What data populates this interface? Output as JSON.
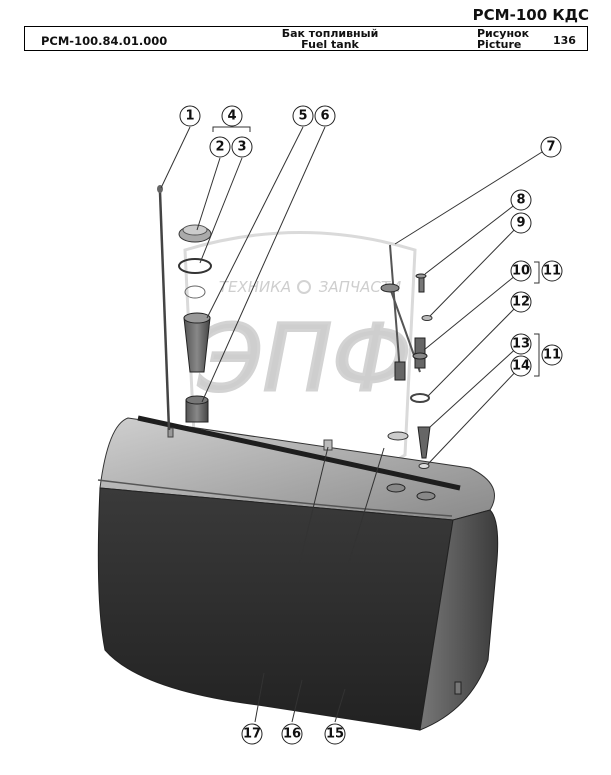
{
  "header": {
    "model": "РСМ-100 КДС",
    "part_code": "РСМ-100.84.01.000",
    "name_ru": "Бак топливный",
    "name_en": "Fuel tank",
    "picture_label_ru": "Рисунок",
    "picture_label_en": "Picture",
    "picture_number": "136"
  },
  "watermark": {
    "line1_left": "ТЕХНИКА",
    "line1_right": "ЗАПЧАСТИ",
    "logo_text": "ЭПФ"
  },
  "callouts": [
    "1",
    "2",
    "3",
    "4",
    "5",
    "6",
    "7",
    "8",
    "9",
    "10",
    "11",
    "12",
    "13",
    "14",
    "11",
    "15",
    "16",
    "17"
  ]
}
